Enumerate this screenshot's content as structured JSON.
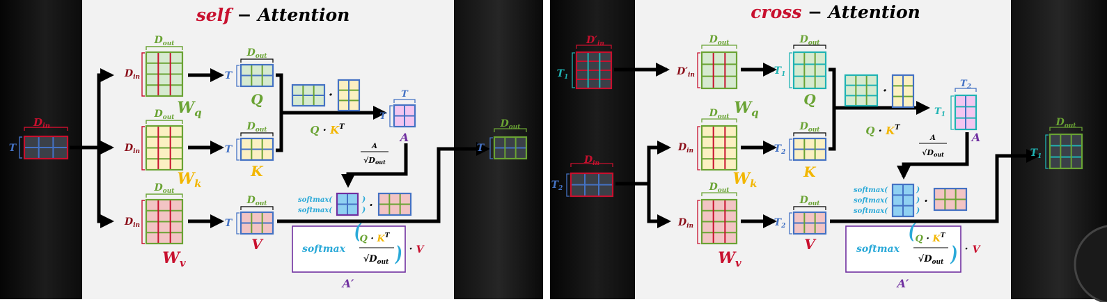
{
  "colors": {
    "red": "#c8102e",
    "dark_red": "#8b0f1a",
    "green": "#6aa334",
    "yellow": "#f2b600",
    "blue": "#4472c4",
    "purple": "#7030a0",
    "cyan": "#2aa9d8",
    "teal": "#1fb3b3",
    "green_fill": "#d6ead0",
    "yellow_fill": "#fbf0c2",
    "red_fill": "#f2c4c4",
    "pink_fill": "#f3c6f0",
    "blue_fill": "#8fd0f2",
    "dark_fill": "#3b4048"
  },
  "self": {
    "title_word": "self",
    "title_rest": " − Attention",
    "d_in": "D",
    "d_in_sub": "in",
    "d_out": "D",
    "d_out_sub": "out",
    "t": "T",
    "wq": "W",
    "wq_sub": "q",
    "wk": "W",
    "wk_sub": "k",
    "wv": "W",
    "wv_sub": "v",
    "q": "Q",
    "k": "K",
    "v": "V",
    "a": "A",
    "a_prime": "A′",
    "qk_q": "Q",
    "qk_dot": " · ",
    "qk_k": "K",
    "qk_sup": "T",
    "dot": "·",
    "frac_num": "A",
    "frac_den": "D",
    "softmax": "softmax(",
    "close": ")",
    "formula_softmax": "softmax",
    "formula_v": "V",
    "formula_dot": "·",
    "sqrt": "√"
  },
  "cross": {
    "title_word": "cross",
    "title_rest": " − Attention",
    "d_in_prime": "D′",
    "d_in_sub": "in",
    "d_in": "D",
    "d_out": "D",
    "d_out_sub": "out",
    "t1": "T",
    "t1_sub": "1",
    "t2": "T",
    "t2_sub": "2",
    "wq": "W",
    "wq_sub": "q",
    "wk": "W",
    "wk_sub": "k",
    "wv": "W",
    "wv_sub": "v",
    "q": "Q",
    "k": "K",
    "v": "V",
    "a": "A",
    "a_prime": "A′",
    "qk_q": "Q",
    "qk_dot": " · ",
    "qk_k": "K",
    "qk_sup": "T",
    "dot": "·",
    "frac_num": "A",
    "frac_den": "D",
    "softmax": "softmax(",
    "close": ")",
    "formula_softmax": "softmax",
    "formula_v": "V",
    "formula_dot": "·",
    "sqrt": "√"
  }
}
